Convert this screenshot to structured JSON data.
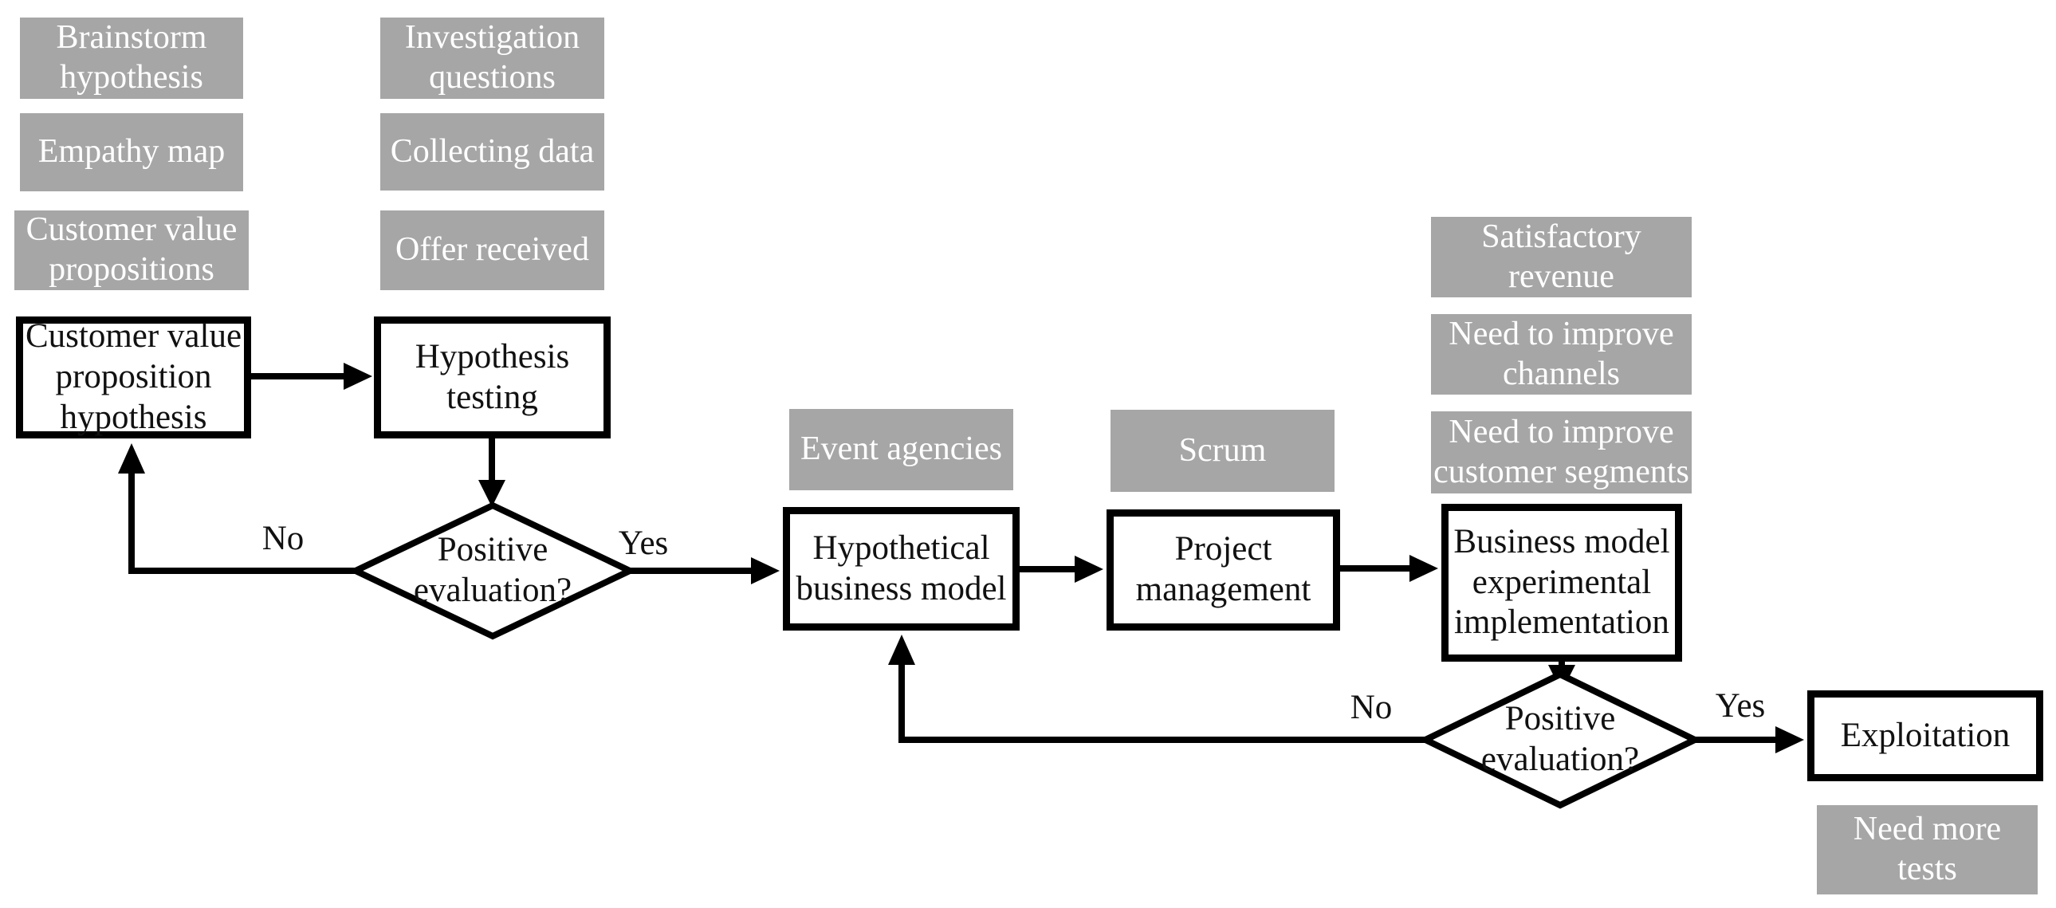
{
  "diagram": {
    "title": "Lean startup / business model validation flowchart",
    "colors": {
      "background": "#ffffff",
      "tag_fill": "#a6a6a6",
      "tag_text": "#ffffff",
      "process_fill": "#ffffff",
      "process_border": "#000000",
      "process_text": "#111111",
      "line": "#000000"
    },
    "tags": {
      "brainstorm_hypothesis": "Brainstorm\nhypothesis",
      "empathy_map": "Empathy map",
      "customer_value_propositions": "Customer value\npropositions",
      "investigation_questions": "Investigation\nquestions",
      "collecting_data": "Collecting data",
      "offer_received": "Offer received",
      "event_agencies": "Event agencies",
      "scrum": "Scrum",
      "satisfactory_revenue": "Satisfactory\nrevenue",
      "need_to_improve_channels": "Need to improve\nchannels",
      "need_to_improve_customer_segments": "Need to improve\ncustomer segments",
      "need_more_tests": "Need more\ntests"
    },
    "processes": {
      "customer_value_proposition_hypothesis": "Customer value\nproposition\nhypothesis",
      "hypothesis_testing": "Hypothesis\ntesting",
      "hypothetical_business_model": "Hypothetical\nbusiness model",
      "project_management": "Project\nmanagement",
      "business_model_experimental_implementation": "Business model\nexperimental\nimplementation",
      "exploitation": "Exploitation"
    },
    "decisions": {
      "evaluation_1": "Positive\nevaluation?",
      "evaluation_2": "Positive\nevaluation?"
    },
    "edge_labels": {
      "no_1": "No",
      "yes_1": "Yes",
      "no_2": "No",
      "yes_2": "Yes"
    }
  }
}
